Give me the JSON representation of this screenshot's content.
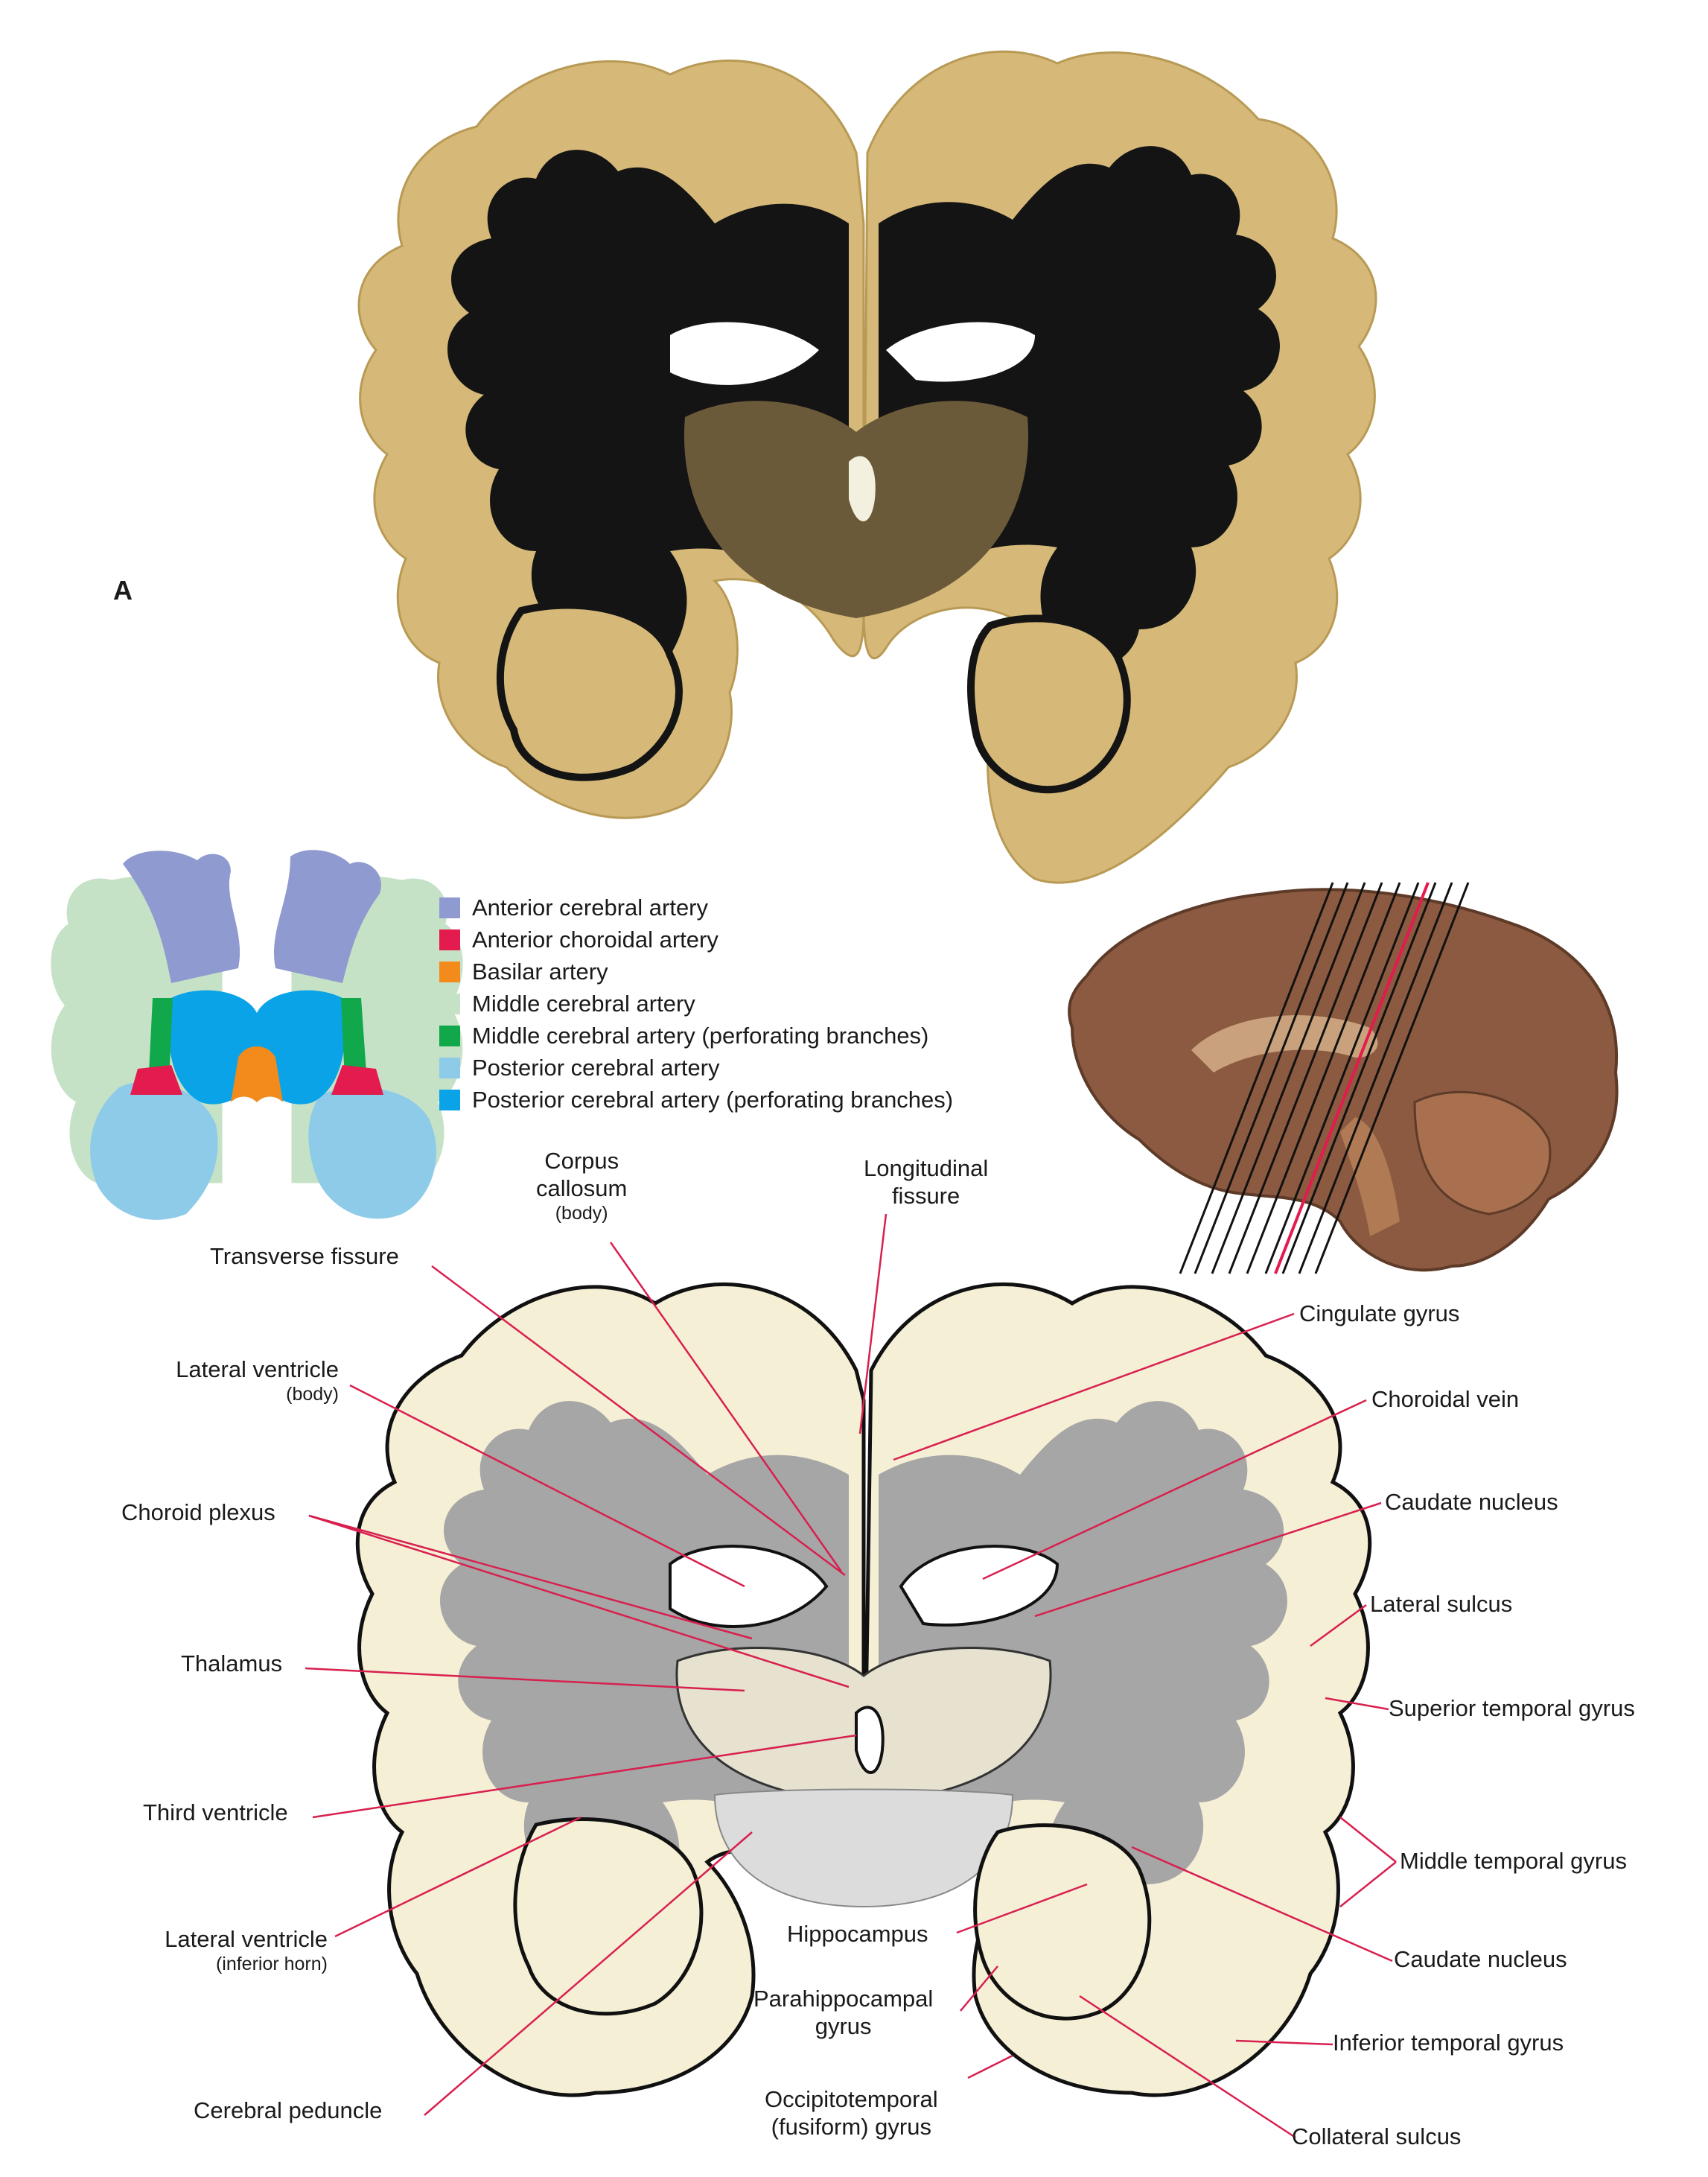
{
  "panel_label": "A",
  "legend": {
    "items": [
      {
        "label": "Anterior cerebral artery",
        "color": "#8f9bd0"
      },
      {
        "label": "Anterior choroidal artery",
        "color": "#e31b4e"
      },
      {
        "label": "Basilar artery",
        "color": "#f28a1c"
      },
      {
        "label": "Middle cerebral artery",
        "color": "#c6e2c6"
      },
      {
        "label": "Middle cerebral artery (perforating branches)",
        "color": "#10a84a"
      },
      {
        "label": "Posterior cerebral artery",
        "color": "#8ecbe8"
      },
      {
        "label": "Posterior cerebral artery (perforating branches)",
        "color": "#0aa3e8"
      }
    ]
  },
  "labels": {
    "corpus_callosum": {
      "text": "Corpus\ncallosum",
      "sub": "(body)"
    },
    "longitudinal_fissure": {
      "text": "Longitudinal\nfissure"
    },
    "transverse_fissure": {
      "text": "Transverse fissure"
    },
    "lateral_ventricle_body": {
      "text": "Lateral ventricle",
      "sub": "(body)"
    },
    "choroid_plexus": {
      "text": "Choroid plexus"
    },
    "thalamus": {
      "text": "Thalamus"
    },
    "third_ventricle": {
      "text": "Third ventricle"
    },
    "lateral_ventricle_inferior": {
      "text": "Lateral ventricle",
      "sub": "(inferior horn)"
    },
    "cerebral_peduncle": {
      "text": "Cerebral peduncle"
    },
    "hippocampus": {
      "text": "Hippocampus"
    },
    "parahippocampal_gyrus": {
      "text": "Parahippocampal\ngyrus"
    },
    "occipitotemporal_gyrus": {
      "text": "Occipitotemporal\n(fusiform) gyrus"
    },
    "cingulate_gyrus": {
      "text": "Cingulate gyrus"
    },
    "choroidal_vein": {
      "text": "Choroidal vein"
    },
    "caudate_nucleus_upper": {
      "text": "Caudate nucleus"
    },
    "lateral_sulcus": {
      "text": "Lateral sulcus"
    },
    "superior_temporal_gyrus": {
      "text": "Superior temporal gyrus"
    },
    "middle_temporal_gyrus": {
      "text": "Middle temporal gyrus"
    },
    "caudate_nucleus_lower": {
      "text": "Caudate nucleus"
    },
    "inferior_temporal_gyrus": {
      "text": "Inferior temporal gyrus"
    },
    "collateral_sulcus": {
      "text": "Collateral sulcus"
    }
  },
  "colors": {
    "leader_line": "#d8204f",
    "section_cortex": "#d6b979",
    "section_white_matter": "#141414",
    "drawing_cortex": "#f5efd6",
    "drawing_white_matter": "#a6a6a6",
    "medial_brain": "#8b5a40"
  }
}
